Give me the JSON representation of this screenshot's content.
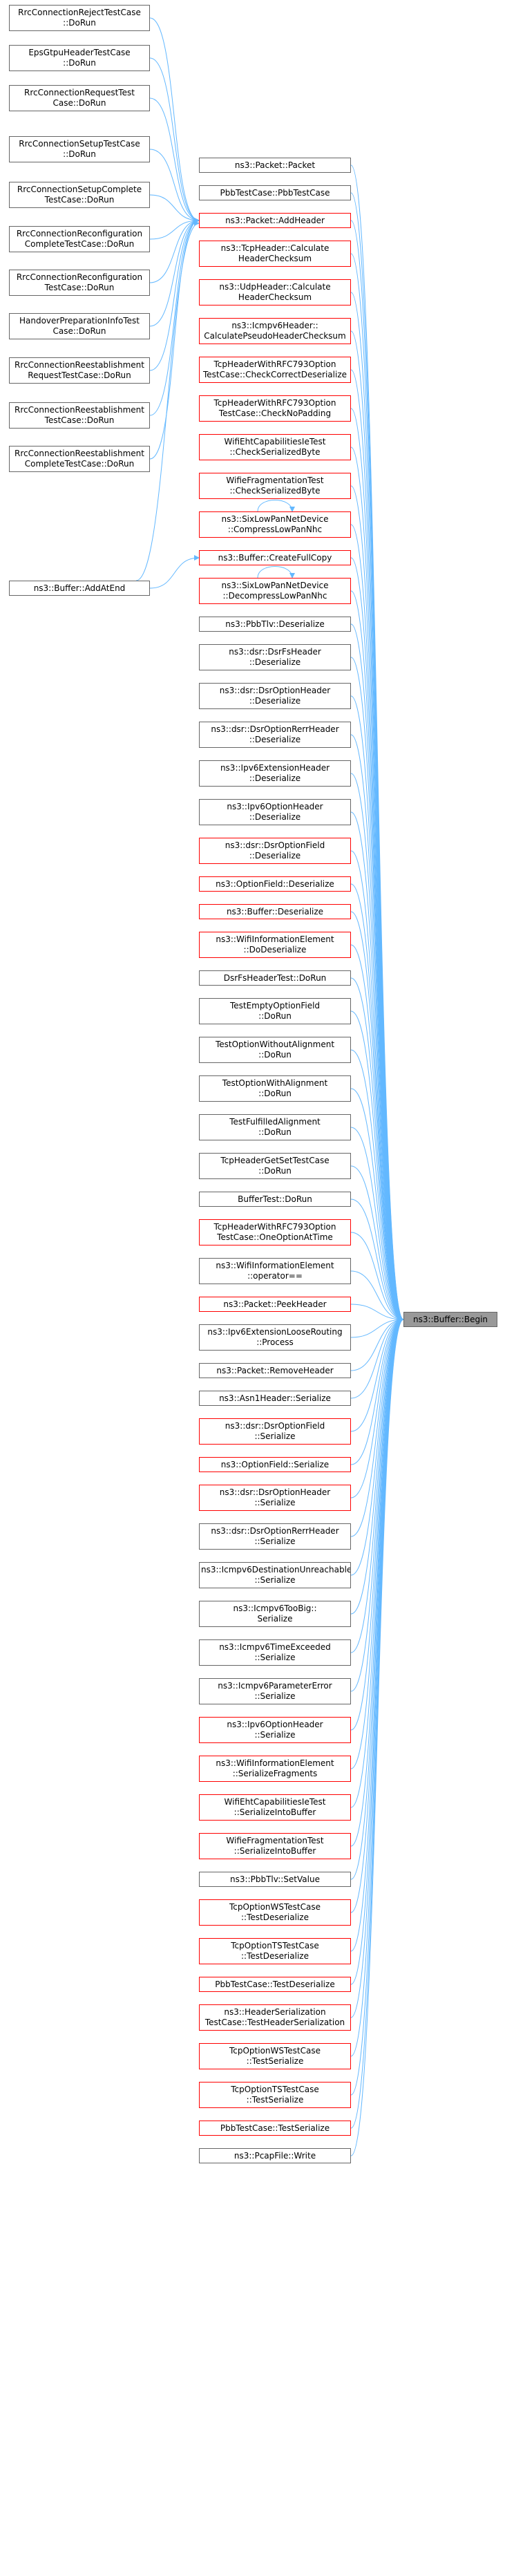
{
  "target": {
    "lines": [
      "ns3::Buffer::Begin"
    ]
  },
  "left": [
    {
      "lines": [
        "RrcConnectionRejectTestCase",
        "::DoRun"
      ],
      "red": false
    },
    {
      "lines": [
        "EpsGtpuHeaderTestCase",
        "::DoRun"
      ],
      "red": false
    },
    {
      "lines": [
        "RrcConnectionRequestTest",
        "Case::DoRun"
      ],
      "red": false
    },
    {
      "lines": [
        "RrcConnectionSetupTestCase",
        "::DoRun"
      ],
      "red": false
    },
    {
      "lines": [
        "RrcConnectionSetupComplete",
        "TestCase::DoRun"
      ],
      "red": false
    },
    {
      "lines": [
        "RrcConnectionReconfiguration",
        "CompleteTestCase::DoRun"
      ],
      "red": false
    },
    {
      "lines": [
        "RrcConnectionReconfiguration",
        "TestCase::DoRun"
      ],
      "red": false
    },
    {
      "lines": [
        "HandoverPreparationInfoTest",
        "Case::DoRun"
      ],
      "red": false
    },
    {
      "lines": [
        "RrcConnectionReestablishment",
        "RequestTestCase::DoRun"
      ],
      "red": false
    },
    {
      "lines": [
        "RrcConnectionReestablishment",
        "TestCase::DoRun"
      ],
      "red": false
    },
    {
      "lines": [
        "RrcConnectionReestablishment",
        "CompleteTestCase::DoRun"
      ],
      "red": false
    },
    {
      "lines": [
        "ns3::Buffer::AddAtEnd"
      ],
      "red": false
    }
  ],
  "middle": [
    {
      "lines": [
        "ns3::Packet::Packet"
      ],
      "red": false
    },
    {
      "lines": [
        "PbbTestCase::PbbTestCase"
      ],
      "red": false
    },
    {
      "lines": [
        "ns3::Packet::AddHeader"
      ],
      "red": true
    },
    {
      "lines": [
        "ns3::TcpHeader::Calculate",
        "HeaderChecksum"
      ],
      "red": true
    },
    {
      "lines": [
        "ns3::UdpHeader::Calculate",
        "HeaderChecksum"
      ],
      "red": true
    },
    {
      "lines": [
        "ns3::Icmpv6Header::",
        "CalculatePseudoHeaderChecksum"
      ],
      "red": true
    },
    {
      "lines": [
        "TcpHeaderWithRFC793Option",
        "TestCase::CheckCorrectDeserialize"
      ],
      "red": true
    },
    {
      "lines": [
        "TcpHeaderWithRFC793Option",
        "TestCase::CheckNoPadding"
      ],
      "red": true
    },
    {
      "lines": [
        "WifiEhtCapabilitiesIeTest",
        "::CheckSerializedByte"
      ],
      "red": true
    },
    {
      "lines": [
        "WifieFragmentationTest",
        "::CheckSerializedByte"
      ],
      "red": true
    },
    {
      "lines": [
        "ns3::SixLowPanNetDevice",
        "::CompressLowPanNhc"
      ],
      "red": true
    },
    {
      "lines": [
        "ns3::Buffer::CreateFullCopy"
      ],
      "red": true
    },
    {
      "lines": [
        "ns3::SixLowPanNetDevice",
        "::DecompressLowPanNhc"
      ],
      "red": true
    },
    {
      "lines": [
        "ns3::PbbTlv::Deserialize"
      ],
      "red": false
    },
    {
      "lines": [
        "ns3::dsr::DsrFsHeader",
        "::Deserialize"
      ],
      "red": false
    },
    {
      "lines": [
        "ns3::dsr::DsrOptionHeader",
        "::Deserialize"
      ],
      "red": false
    },
    {
      "lines": [
        "ns3::dsr::DsrOptionRerrHeader",
        "::Deserialize"
      ],
      "red": false
    },
    {
      "lines": [
        "ns3::Ipv6ExtensionHeader",
        "::Deserialize"
      ],
      "red": false
    },
    {
      "lines": [
        "ns3::Ipv6OptionHeader",
        "::Deserialize"
      ],
      "red": false
    },
    {
      "lines": [
        "ns3::dsr::DsrOptionField",
        "::Deserialize"
      ],
      "red": true
    },
    {
      "lines": [
        "ns3::OptionField::Deserialize"
      ],
      "red": true
    },
    {
      "lines": [
        "ns3::Buffer::Deserialize"
      ],
      "red": true
    },
    {
      "lines": [
        "ns3::WifiInformationElement",
        "::DoDeserialize"
      ],
      "red": true
    },
    {
      "lines": [
        "DsrFsHeaderTest::DoRun"
      ],
      "red": false
    },
    {
      "lines": [
        "TestEmptyOptionField",
        "::DoRun"
      ],
      "red": false
    },
    {
      "lines": [
        "TestOptionWithoutAlignment",
        "::DoRun"
      ],
      "red": false
    },
    {
      "lines": [
        "TestOptionWithAlignment",
        "::DoRun"
      ],
      "red": false
    },
    {
      "lines": [
        "TestFulfilledAlignment",
        "::DoRun"
      ],
      "red": false
    },
    {
      "lines": [
        "TcpHeaderGetSetTestCase",
        "::DoRun"
      ],
      "red": false
    },
    {
      "lines": [
        "BufferTest::DoRun"
      ],
      "red": false
    },
    {
      "lines": [
        "TcpHeaderWithRFC793Option",
        "TestCase::OneOptionAtTime"
      ],
      "red": true
    },
    {
      "lines": [
        "ns3::WifiInformationElement",
        "::operator=="
      ],
      "red": false
    },
    {
      "lines": [
        "ns3::Packet::PeekHeader"
      ],
      "red": true
    },
    {
      "lines": [
        "ns3::Ipv6ExtensionLooseRouting",
        "::Process"
      ],
      "red": false
    },
    {
      "lines": [
        "ns3::Packet::RemoveHeader"
      ],
      "red": false
    },
    {
      "lines": [
        "ns3::Asn1Header::Serialize"
      ],
      "red": false
    },
    {
      "lines": [
        "ns3::dsr::DsrOptionField",
        "::Serialize"
      ],
      "red": true
    },
    {
      "lines": [
        "ns3::OptionField::Serialize"
      ],
      "red": true
    },
    {
      "lines": [
        "ns3::dsr::DsrOptionHeader",
        "::Serialize"
      ],
      "red": true
    },
    {
      "lines": [
        "ns3::dsr::DsrOptionRerrHeader",
        "::Serialize"
      ],
      "red": false
    },
    {
      "lines": [
        "ns3::Icmpv6DestinationUnreachable",
        "::Serialize"
      ],
      "red": false
    },
    {
      "lines": [
        "ns3::Icmpv6TooBig::",
        "Serialize"
      ],
      "red": false
    },
    {
      "lines": [
        "ns3::Icmpv6TimeExceeded",
        "::Serialize"
      ],
      "red": false
    },
    {
      "lines": [
        "ns3::Icmpv6ParameterError",
        "::Serialize"
      ],
      "red": false
    },
    {
      "lines": [
        "ns3::Ipv6OptionHeader",
        "::Serialize"
      ],
      "red": true
    },
    {
      "lines": [
        "ns3::WifiInformationElement",
        "::SerializeFragments"
      ],
      "red": true
    },
    {
      "lines": [
        "WifiEhtCapabilitiesIeTest",
        "::SerializeIntoBuffer"
      ],
      "red": true
    },
    {
      "lines": [
        "WifieFragmentationTest",
        "::SerializeIntoBuffer"
      ],
      "red": true
    },
    {
      "lines": [
        "ns3::PbbTlv::SetValue"
      ],
      "red": false
    },
    {
      "lines": [
        "TcpOptionWSTestCase",
        "::TestDeserialize"
      ],
      "red": true
    },
    {
      "lines": [
        "TcpOptionTSTestCase",
        "::TestDeserialize"
      ],
      "red": true
    },
    {
      "lines": [
        "PbbTestCase::TestDeserialize"
      ],
      "red": true
    },
    {
      "lines": [
        "ns3::HeaderSerialization",
        "TestCase::TestHeaderSerialization"
      ],
      "red": true
    },
    {
      "lines": [
        "TcpOptionWSTestCase",
        "::TestSerialize"
      ],
      "red": true
    },
    {
      "lines": [
        "TcpOptionTSTestCase",
        "::TestSerialize"
      ],
      "red": true
    },
    {
      "lines": [
        "PbbTestCase::TestSerialize"
      ],
      "red": true
    },
    {
      "lines": [
        "ns3::PcapFile::Write"
      ],
      "red": false
    }
  ]
}
